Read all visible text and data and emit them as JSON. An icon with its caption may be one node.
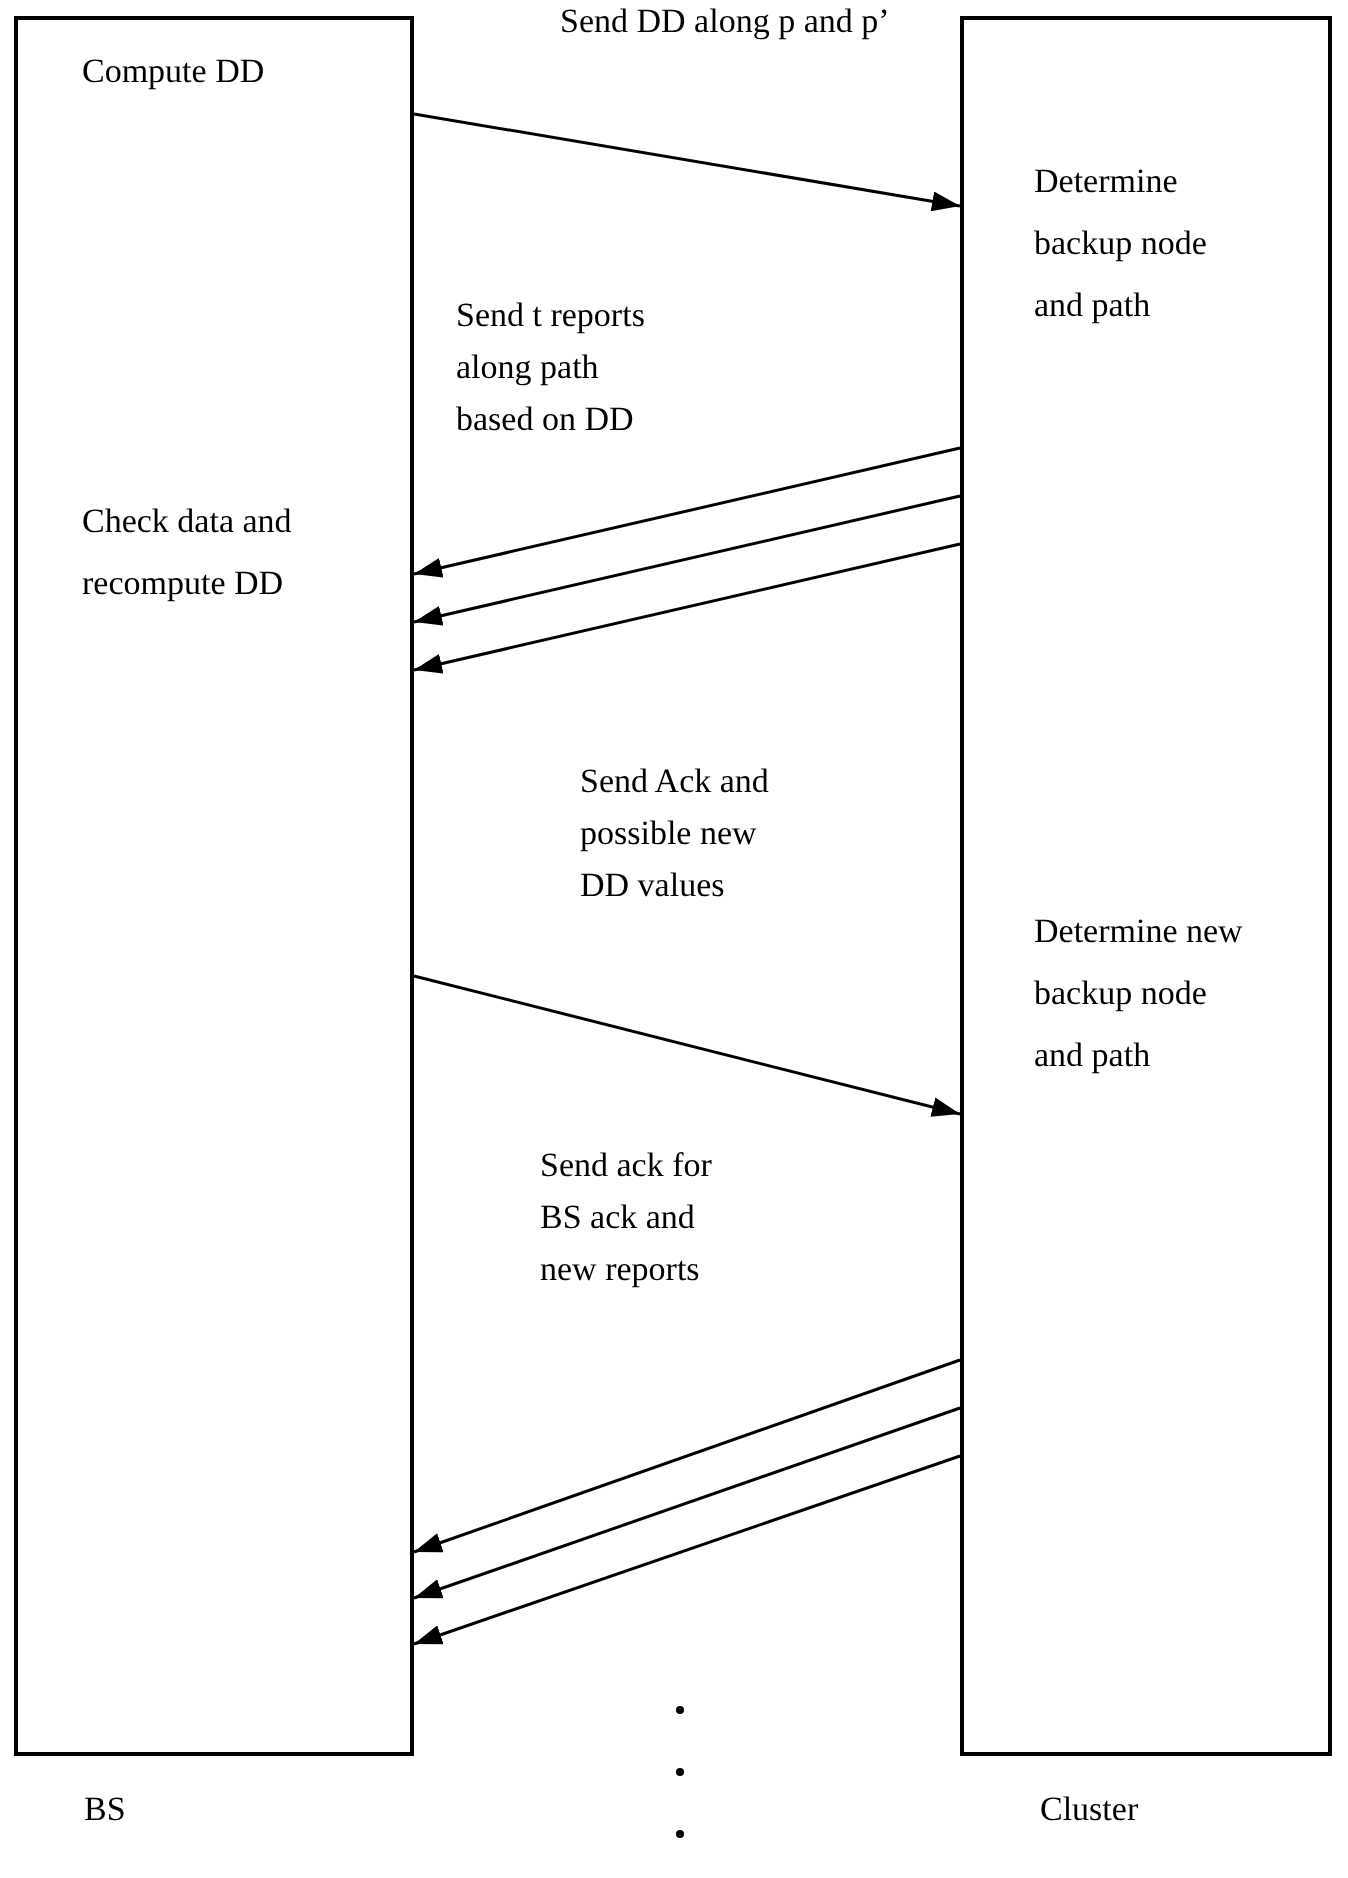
{
  "diagram": {
    "nodes": [
      {
        "text": [
          "Compute DD",
          "Check data and recompute DD"
        ],
        "beside": [
          "BS"
        ]
      },
      {
        "text": [
          "Determine backup node and path",
          "Determine new backup node and path"
        ],
        "beside": [
          "Cluster"
        ]
      }
    ],
    "edges": [
      {
        "from": 0,
        "to": 1,
        "arrow": "to",
        "label": "Send DD along p and p’"
      },
      {
        "from": 1,
        "to": 0,
        "arrow": "to",
        "label": "Send  t reports along path based on DD"
      },
      {
        "from": 1,
        "to": 0,
        "arrow": "to"
      },
      {
        "from": 1,
        "to": 0,
        "arrow": "to"
      },
      {
        "from": 0,
        "to": 1,
        "arrow": "to",
        "label": "Send Ack and possible new DD values"
      },
      {
        "from": 1,
        "to": 0,
        "arrow": "to",
        "label": "Send ack for BS ack and new reports"
      },
      {
        "from": 1,
        "to": 0,
        "arrow": "to"
      },
      {
        "from": 1,
        "to": 0,
        "arrow": "to"
      }
    ]
  }
}
